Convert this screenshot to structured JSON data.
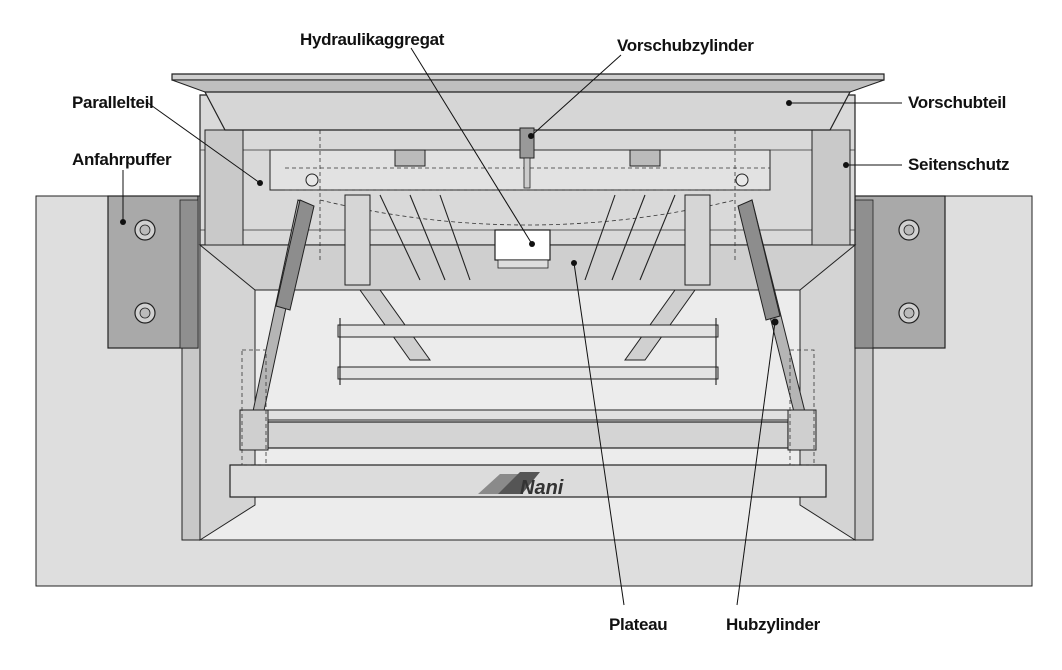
{
  "labels": {
    "hydraulikaggregat": "Hydraulikaggregat",
    "vorschubzylinder": "Vorschubzylinder",
    "parallelteil": "Parallelteil",
    "vorschubteil": "Vorschubteil",
    "anfahrpuffer": "Anfahrpuffer",
    "seitenschutz": "Seitenschutz",
    "plateau": "Plateau",
    "hubzylinder": "Hubzylinder"
  },
  "logo_text": "Nani",
  "colors": {
    "pit_fill": "#dedede",
    "side_wall": "#bdbdbd",
    "buffer": "#a9a9a9",
    "line": "#222222",
    "label": "#111111"
  }
}
